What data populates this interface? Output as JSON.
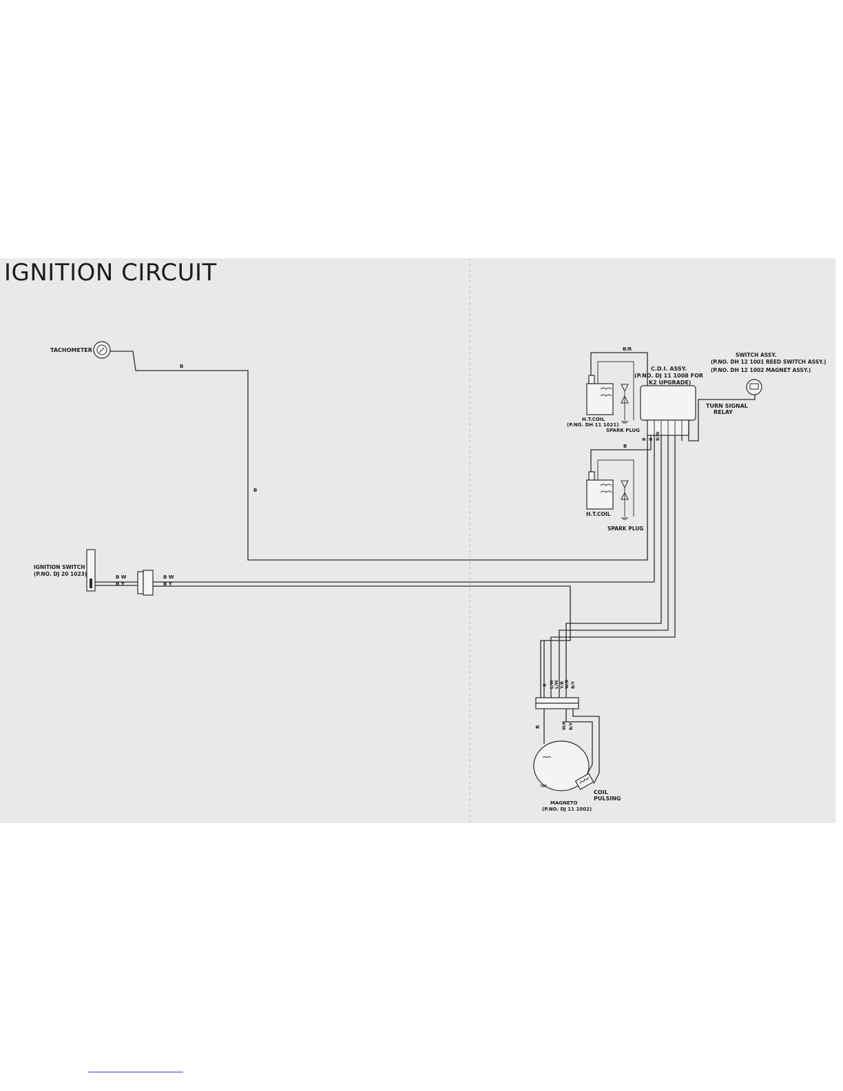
{
  "title": "IGNITION CIRCUIT",
  "components": {
    "tachometer": "TACHOMETER",
    "ignition_switch_line1": "IGNITION SWITCH",
    "ignition_switch_line2": "(P.NO. DJ 20 1023)",
    "cdi_line1": "C.D.I. ASSY.",
    "cdi_line2": "(P.NO. DJ 11 1008 FOR",
    "cdi_line3": "K2 UPGRADE)",
    "switch_assy_line1": "SWITCH ASSY.",
    "switch_assy_line2": "(P.NO. DH 12 1001 REED SWITCH ASSY.)",
    "switch_assy_line3": "(P.NO. DH 12 1002 MAGNET ASSY.)",
    "turn_signal_line1": "TURN SIGNAL",
    "turn_signal_line2": "RELAY",
    "ht_coil_upper_line1": "H.T.COIL",
    "ht_coil_upper_line2": "(P.NO. DH 11 1021)",
    "spark_plug_upper": "SPARK PLUG",
    "ht_coil_lower": "H.T.COIL",
    "spark_plug_lower": "SPARK PLUG",
    "magneto_line1": "MAGNETO",
    "magneto_line2": "(P.NO. DJ 11 1002)",
    "coil_pulsing_line1": "COIL",
    "coil_pulsing_line2": "PULSING"
  },
  "wire_labels": {
    "tach_top": "B",
    "tach_vertical": "B",
    "cdi_top": "B/R",
    "cdi_lower": "B",
    "cdi_pin1": "B",
    "cdi_pin2": "B",
    "cdi_pin3": "B/W",
    "switch_left_top": "B W",
    "switch_left_bottom": "B Y",
    "conn_right_top": "B W",
    "conn_right_bottom": "B Y",
    "mag_r": "R",
    "mag_lw1": "L/W",
    "mag_lw2": "L/W",
    "mag_yr": "Y/R",
    "mag_wr": "W/R",
    "mag_by": "B/Y",
    "mag_r_lower": "R",
    "mag_wr_lower": "W/R",
    "mag_by_lower": "B/Y"
  }
}
